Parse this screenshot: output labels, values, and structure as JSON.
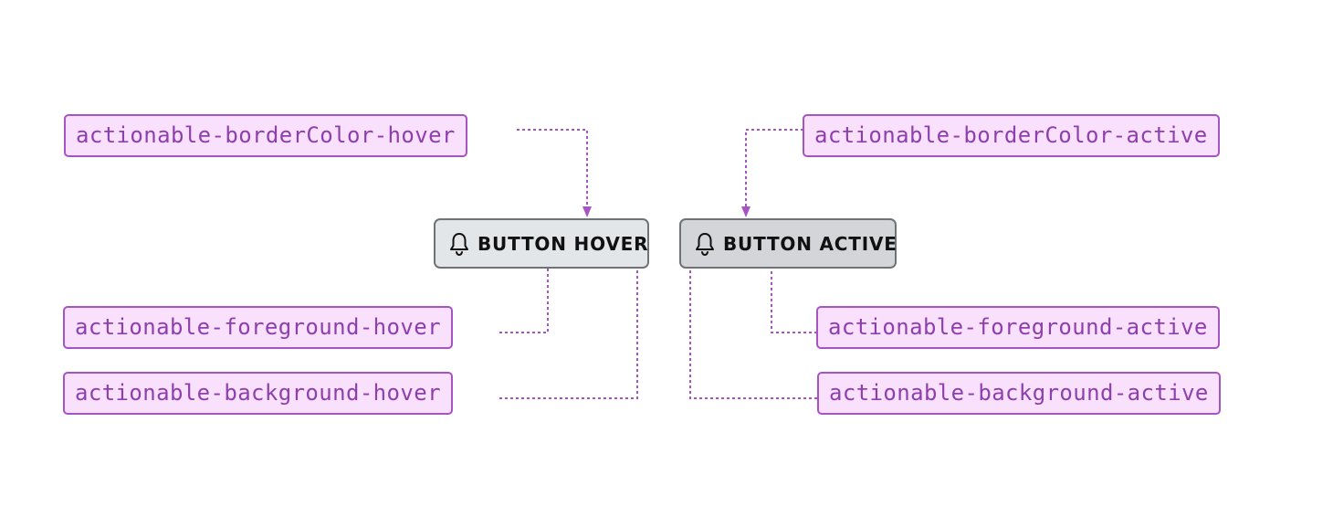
{
  "buttons": {
    "hover_label": "BUTTON HOVER",
    "active_label": "BUTTON ACTIVE"
  },
  "tokens": {
    "border_hover": "actionable-borderColor-hover",
    "foreground_hover": "actionable-foreground-hover",
    "background_hover": "actionable-background-hover",
    "border_active": "actionable-borderColor-active",
    "foreground_active": "actionable-foreground-active",
    "background_active": "actionable-background-active"
  },
  "colors": {
    "token_fill": "#f9e0fc",
    "token_border": "#a653c4",
    "token_text": "#8e3fae",
    "hover_fill": "#e3e6e9",
    "active_fill": "#d3d5d8",
    "button_border": "#6f7378"
  },
  "icons": {
    "button_icon": "bell-icon"
  }
}
